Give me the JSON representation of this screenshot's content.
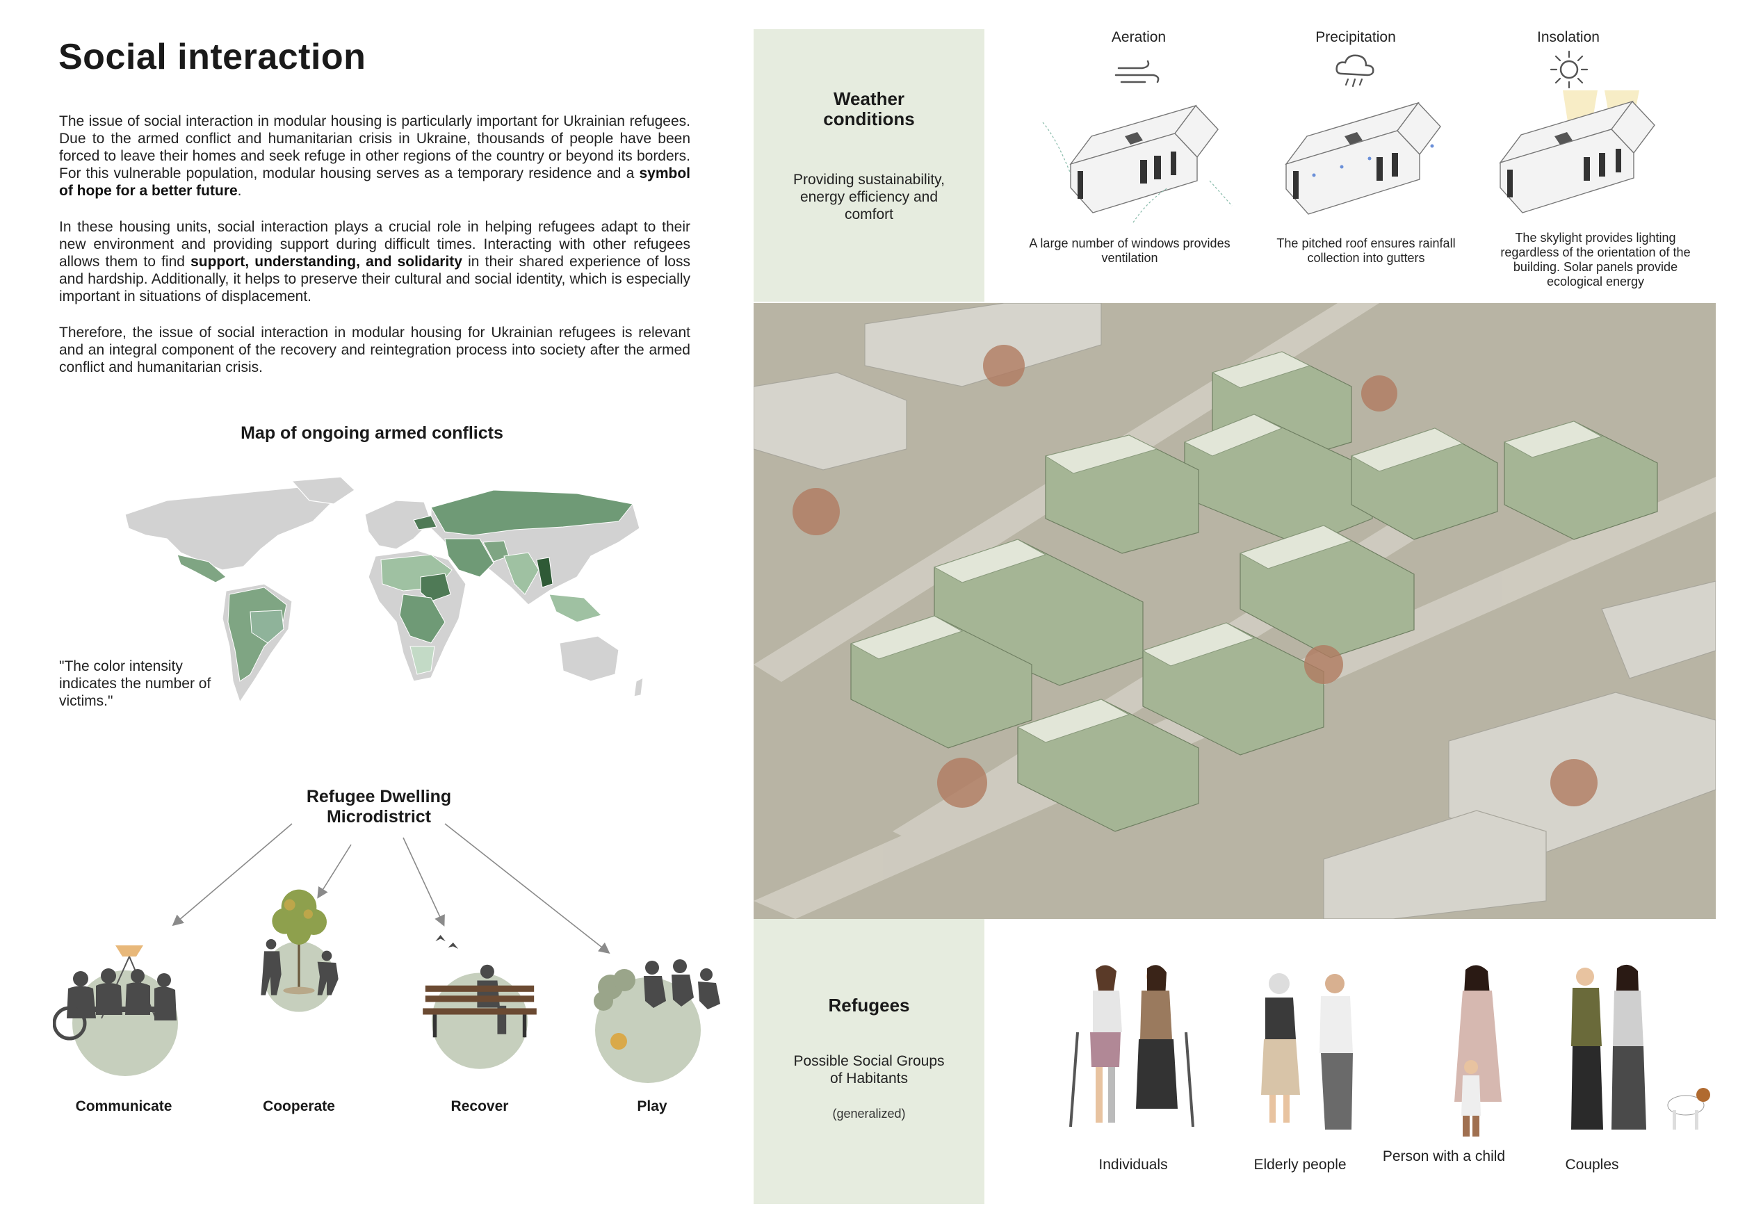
{
  "title": "Social interaction",
  "paragraphs": {
    "p1_a": "The issue of social interaction in modular housing is particularly important for Ukrainian refugees. Due to the armed conflict and humanitarian crisis in Ukraine, thousands of people have been forced to leave their homes and seek refuge in other regions of the country or beyond its borders. For this vulnerable population, modular housing serves as a temporary residence and a ",
    "p1_bold": "symbol of hope for a better future",
    "p1_end": ".",
    "p2_a": "In these housing units, social interaction plays a crucial role in helping refugees adapt to their new environment and providing support during difficult times. Interacting with other refugees allows them to find ",
    "p2_bold": "support, understanding, and solidarity",
    "p2_b": " in their shared experience of loss and hardship. Additionally, it helps to preserve their cultural and social identity, which is especially important in situations of displacement.",
    "p3": "Therefore, the issue of social interaction in modular housing for Ukrainian refugees is relevant and an integral component of the recovery and reintegration process into society after the armed conflict and humanitarian crisis."
  },
  "map": {
    "title": "Map of ongoing armed conflicts",
    "note": "\"The color intensity indicates the number of victims.\""
  },
  "district": {
    "title": "Refugee Dwelling Microdistrict",
    "activities": [
      {
        "label": "Communicate",
        "icon": "people-at-table-icon"
      },
      {
        "label": "Cooperate",
        "icon": "planting-tree-icon"
      },
      {
        "label": "Recover",
        "icon": "person-on-bench-icon"
      },
      {
        "label": "Play",
        "icon": "children-playing-icon"
      }
    ]
  },
  "weather": {
    "heading": "Weather conditions",
    "subheading": "Providing sustainability, energy efficiency and comfort",
    "items": [
      {
        "label": "Aeration",
        "icon": "wind-icon",
        "caption": "A large number of windows provides ventilation"
      },
      {
        "label": "Precipitation",
        "icon": "rain-cloud-icon",
        "caption": "The pitched roof ensures rainfall collection into gutters"
      },
      {
        "label": "Insolation",
        "icon": "sun-icon",
        "caption": "The skylight provides lighting regardless of the orientation of the building. Solar panels provide ecological energy"
      }
    ]
  },
  "refugees": {
    "heading": "Refugees",
    "subheading": "Possible Social Groups of Habitants",
    "note": "(generalized)",
    "groups": [
      {
        "label": "Individuals"
      },
      {
        "label": "Elderly people"
      },
      {
        "label": "Person with a child"
      },
      {
        "label": "Couples"
      }
    ]
  },
  "colors": {
    "panel_green": "#e6ecdf",
    "house_green": "#9fb08f",
    "ground": "#b8b4a4",
    "map_gray": "#d2d2d2",
    "conflict_green": "#6f9a76",
    "circle_green": "#c6cfbd"
  }
}
